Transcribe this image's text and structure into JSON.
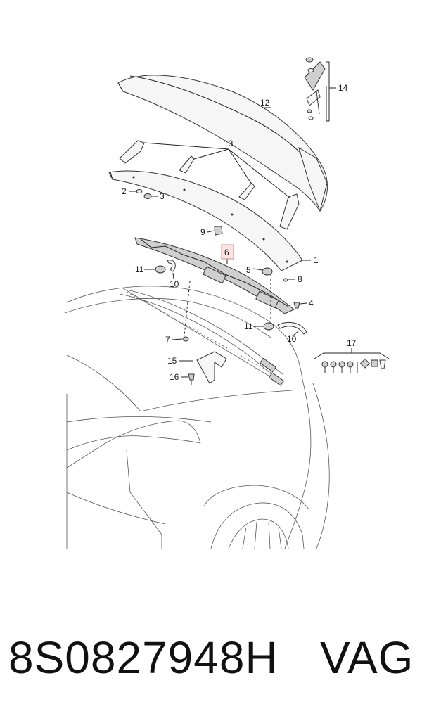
{
  "diagram": {
    "callouts": [
      "1",
      "2",
      "3",
      "4",
      "5",
      "6",
      "7",
      "8",
      "9",
      "10",
      "10",
      "11",
      "11",
      "12",
      "13",
      "14",
      "15",
      "16",
      "17"
    ],
    "highlighted_callout": "6"
  },
  "caption": {
    "part_number": "8S0827948H",
    "brand": "VAG"
  }
}
